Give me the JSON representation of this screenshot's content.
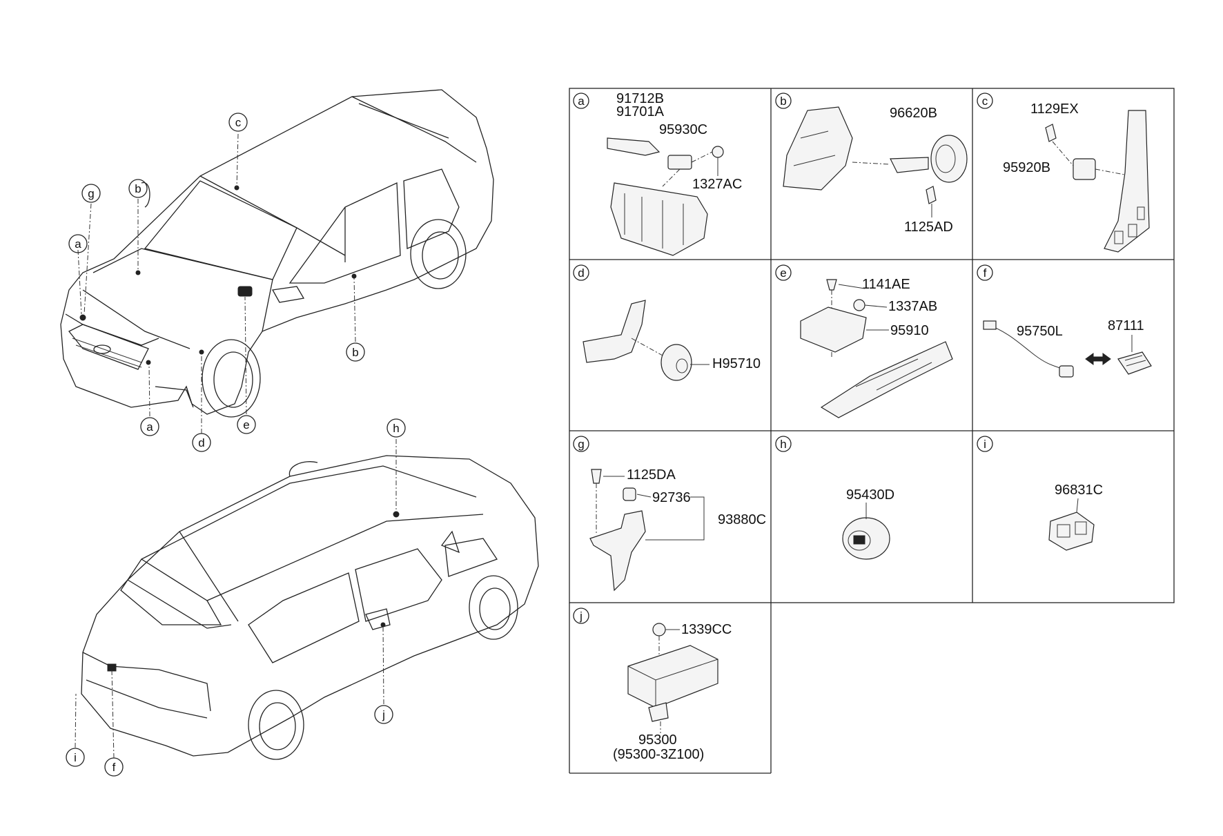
{
  "callouts": {
    "a": "a",
    "b": "b",
    "c": "c",
    "d": "d",
    "e": "e",
    "f": "f",
    "g": "g",
    "h": "h",
    "i": "i",
    "j": "j"
  },
  "panels": {
    "a": {
      "label": "a",
      "parts": [
        "91712B",
        "91701A",
        "95930C",
        "1327AC"
      ]
    },
    "b": {
      "label": "b",
      "parts": [
        "96620B",
        "1125AD"
      ]
    },
    "c": {
      "label": "c",
      "parts": [
        "1129EX",
        "95920B"
      ]
    },
    "d": {
      "label": "d",
      "parts": [
        "H95710"
      ]
    },
    "e": {
      "label": "e",
      "parts": [
        "1141AE",
        "1337AB",
        "95910"
      ]
    },
    "f": {
      "label": "f",
      "parts": [
        "95750L",
        "87111"
      ]
    },
    "g": {
      "label": "g",
      "parts": [
        "1125DA",
        "92736",
        "93880C"
      ]
    },
    "h": {
      "label": "h",
      "parts": [
        "95430D"
      ]
    },
    "i": {
      "label": "i",
      "parts": [
        "96831C"
      ]
    },
    "j": {
      "label": "j",
      "parts": [
        "1339CC",
        "95300",
        "(95300-3Z100)"
      ]
    }
  }
}
